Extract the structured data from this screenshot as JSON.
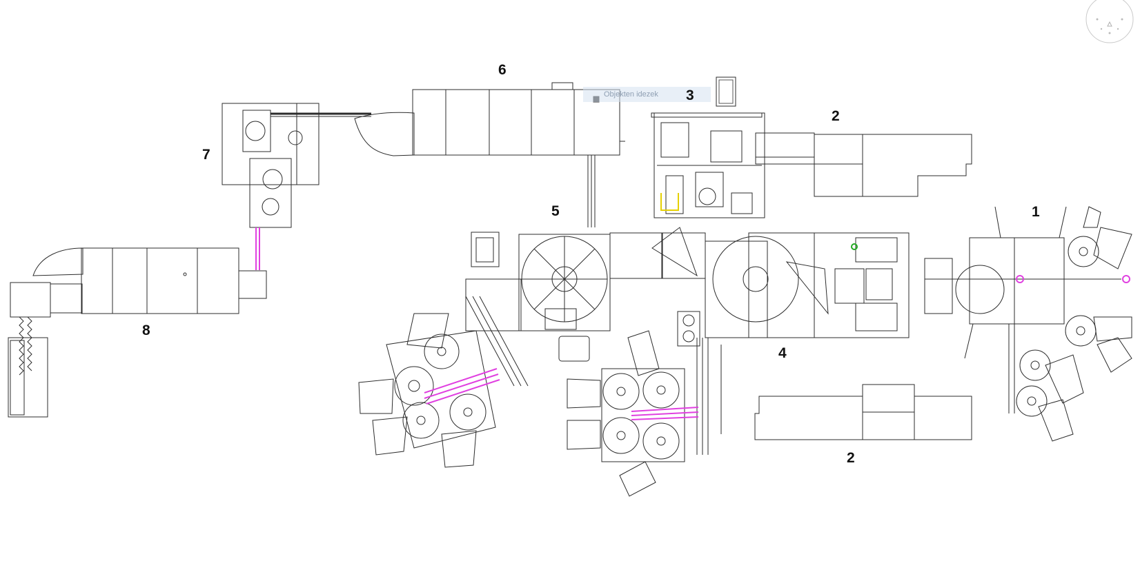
{
  "labels": {
    "l1": "1",
    "l2a": "2",
    "l2b": "2",
    "l3": "3",
    "l4": "4",
    "l5": "5",
    "l6": "6",
    "l7": "7",
    "l8": "8"
  },
  "tooltip": "Objekten idezek",
  "colors": {
    "line": "#2b2b2b",
    "accent": "#e040e0",
    "yellow": "#e6d000",
    "green": "#22aa22"
  },
  "icons": {
    "compass": "compass-icon"
  }
}
